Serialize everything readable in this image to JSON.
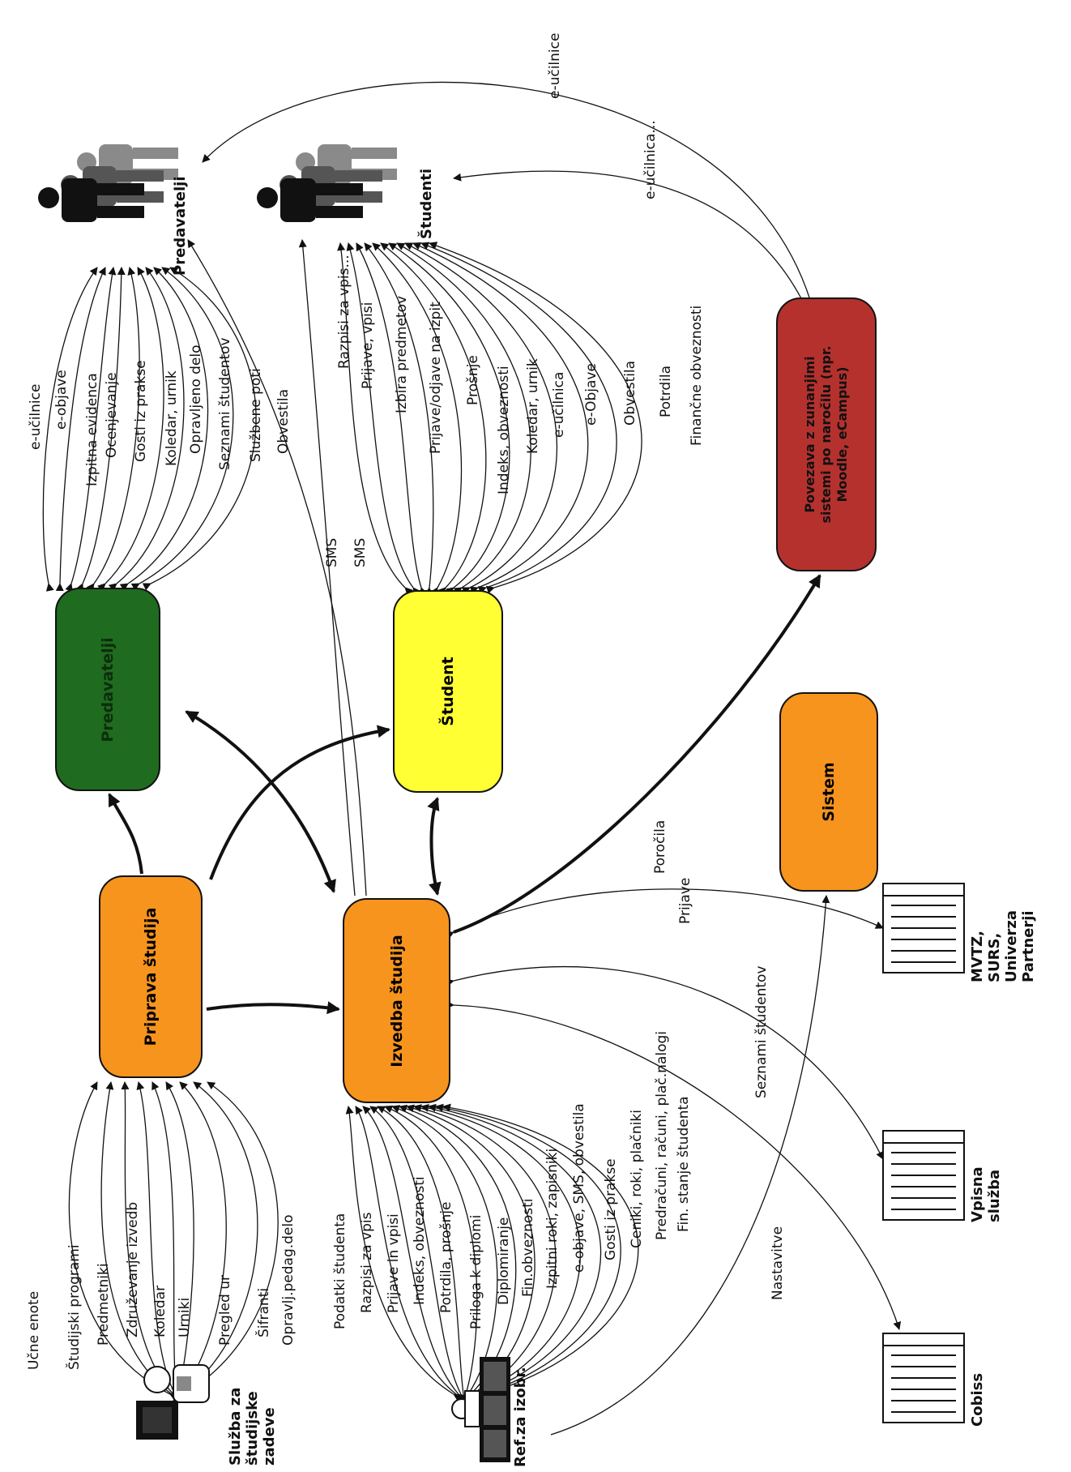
{
  "processes": {
    "priprava": {
      "label": "Priprava študija",
      "color": "#f7941d"
    },
    "izvedba": {
      "label": "Izvedba študija",
      "color": "#f7941d"
    },
    "predavatelji": {
      "label": "Predavatelji",
      "color": "#1f6b1f"
    },
    "student": {
      "label": "Študent",
      "color": "#ffff33"
    },
    "sistem": {
      "label": "Sistem",
      "color": "#f7941d"
    },
    "povezava": {
      "label_line1": "Povezava z zunanjimi",
      "label_line2": "sistemi po naročilu (npr.",
      "label_line3": "Moodle, eCampus)",
      "color": "#b5312e"
    }
  },
  "actors": {
    "sluzba": {
      "line1": "Služba za",
      "line2": "študijske",
      "line3": "zadeve"
    },
    "referat": {
      "line1": "Ref.za izobr."
    },
    "predavatelji": {
      "line1": "Predavatelji"
    },
    "studenti": {
      "line1": "Študenti"
    },
    "cobiss": {
      "line1": "Cobiss"
    },
    "vpisna": {
      "line1": "Vpisna",
      "line2": "služba"
    },
    "mvtz": {
      "line1": "MVTZ,",
      "line2": "SURS,",
      "line3": "Univerza",
      "line4": "Partnerji"
    }
  },
  "flows": {
    "sluzba_priprava": [
      "Učne enote",
      "Študijski programi",
      "Predmetniki",
      "Združevanje izvedb",
      "Koledar",
      "Urniki",
      "Pregled ur",
      "Šifranti",
      "Opravlj.pedag.delo"
    ],
    "referat_izvedba": [
      "Podatki študenta",
      "Razpisi za vpis",
      "Prijave in vpisi",
      "Indeks, obveznosti",
      "Potrdila, prošnje",
      "Priloga k diplomi",
      "Diplomiranje",
      "Fin.obveznosti",
      "Izpitni roki, zapisniki",
      "e-objave, SMS, obvestila",
      "Gosti iz prakse",
      "Ceniki, roki, plačniki",
      "Predračuni, računi, plač.nalogi",
      "Fin. stanje študenta"
    ],
    "predavatelji": [
      "e-učilnice",
      "e-objave",
      "Izpitna evidenca",
      "Ocenjevanje",
      "Gosti iz prakse",
      "Koledar, urnik",
      "Opravljeno delo",
      "Seznami študentov",
      "Službene poti",
      "Obvestila"
    ],
    "studenti": [
      "Razpisi za vpis...",
      "Prijave, vpisi",
      "Izbira predmetov",
      "Prijave/odjave na izpit",
      "Prošnje",
      "Indeks, obveznosti",
      "Koledar, urnik",
      "e-učilnica",
      "e-Objave",
      "Obvestila",
      "Potrdila",
      "Finančne obveznosti"
    ],
    "sms1": "SMS",
    "sms2": "SMS",
    "eucilnice_top": "e-učilnice",
    "eucilnica_mid": "e-učilnica...",
    "porocila": "Poročila",
    "prijave": "Prijave",
    "seznami": "Seznami študentov",
    "nastavitve": "Nastavitve"
  }
}
